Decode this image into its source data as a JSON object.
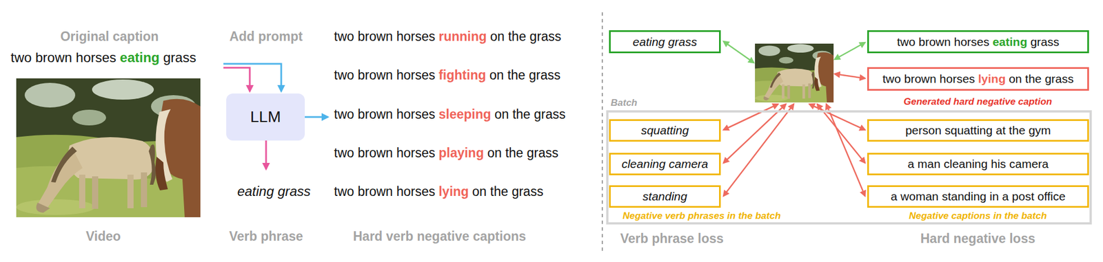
{
  "diagram": {
    "nodes": [
      {
        "text": [
          "LLM"
        ]
      },
      {
        "text": [
          "eating grass"
        ]
      },
      {
        "text": [
          "two brown horses",
          "eating",
          "grass"
        ]
      },
      {
        "text": [
          "two brown horses",
          "lying",
          "on the grass"
        ]
      },
      {
        "text": [
          "Batch"
        ]
      },
      {
        "text": [
          "squatting"
        ],
        "in": 4
      },
      {
        "text": [
          "person squatting at the gym"
        ],
        "in": 4
      },
      {
        "text": [
          "cleaning camera"
        ],
        "in": 4
      },
      {
        "text": [
          "a man cleaning his camera"
        ],
        "in": 4
      },
      {
        "text": [
          "standing"
        ],
        "in": 4
      },
      {
        "text": [
          "a woman standing in a post office"
        ],
        "in": 4
      }
    ],
    "labels": [
      "Original caption",
      "Add prompt",
      "two brown horses",
      "eating",
      "grass",
      "two brown horses",
      "running",
      "on the grass",
      "two brown horses",
      "fighting",
      "on the grass",
      "two brown horses",
      "sleeping",
      "on the grass",
      "two brown horses",
      "playing",
      "on the grass",
      "two brown horses",
      "lying",
      "on the grass",
      "eating grass",
      "Video",
      "Verb phrase",
      "Hard verb negative captions",
      "Generated hard negative caption",
      "Negative verb phrases in the batch",
      "Negative captions in the batch",
      "Verb phrase loss",
      "Hard negative loss"
    ]
  }
}
